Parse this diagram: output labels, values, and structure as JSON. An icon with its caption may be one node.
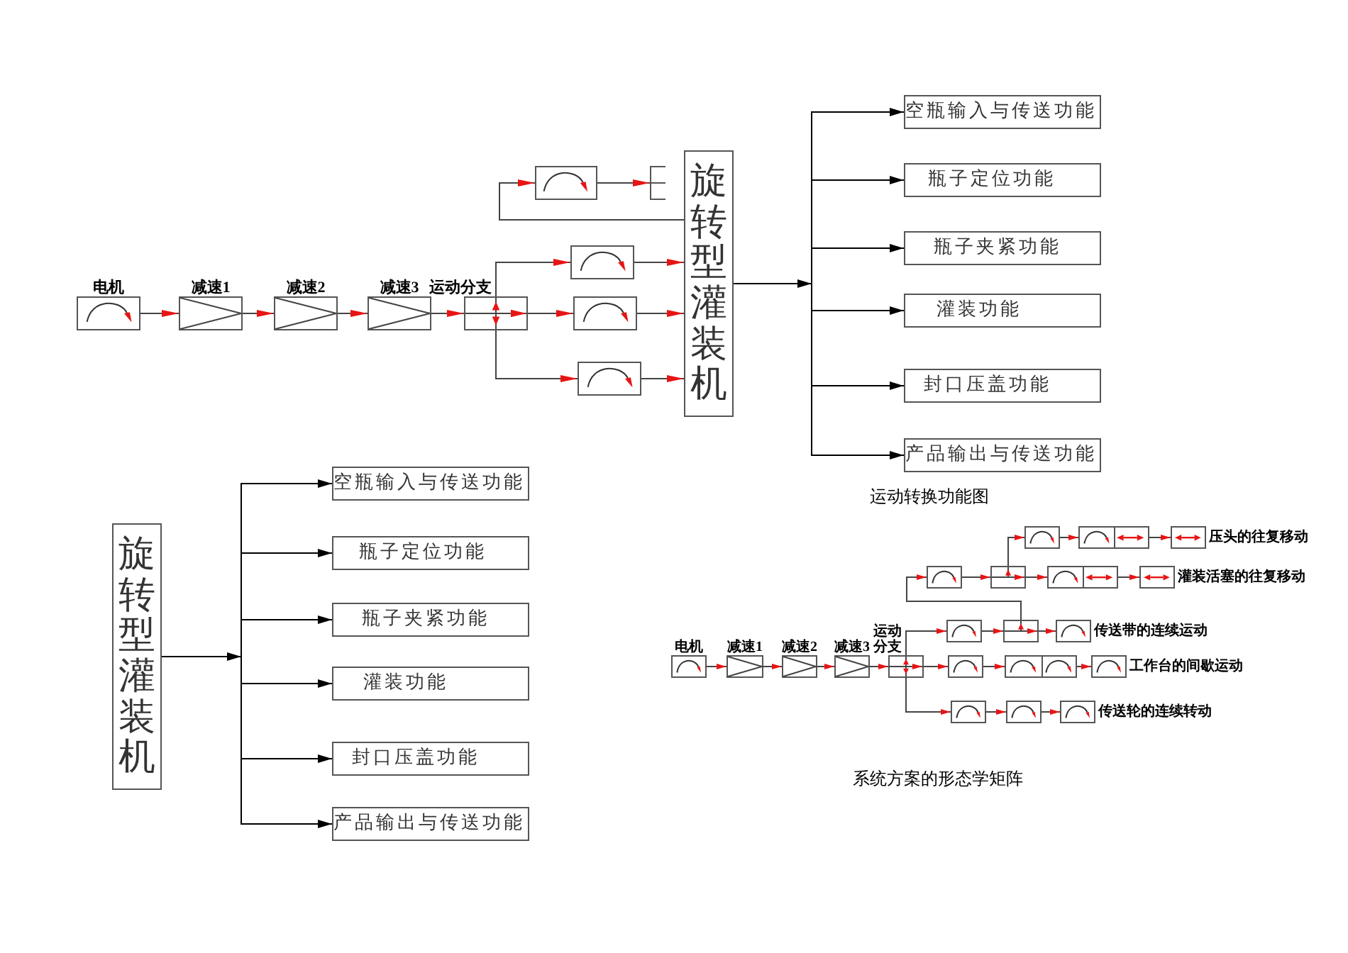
{
  "diagram": {
    "nodes": [
      {
        "text": [
          "电机"
        ]
      },
      {
        "text": [
          "减速1"
        ]
      },
      {
        "text": [
          "减速2"
        ]
      },
      {
        "text": [
          "减速3"
        ]
      },
      {
        "text": [
          "运动分支"
        ]
      },
      {
        "text": [],
        "shape": "box"
      },
      {
        "text": [],
        "shape": "box"
      },
      {
        "text": [],
        "shape": "box"
      },
      {
        "text": [],
        "shape": "box"
      },
      {
        "text": [],
        "shape": "box"
      },
      {
        "text": [
          "旋转型灌装机"
        ]
      },
      {
        "text": [
          "空瓶输入与传送功能"
        ]
      },
      {
        "text": [
          "瓶子定位功能"
        ]
      },
      {
        "text": [
          "瓶子夹紧功能"
        ]
      },
      {
        "text": [
          "灌装功能"
        ]
      },
      {
        "text": [
          "封口压盖功能"
        ]
      },
      {
        "text": [
          "产品输出与传送功能"
        ]
      },
      {
        "text": [
          "旋转型灌装机"
        ]
      },
      {
        "text": [
          "空瓶输入与传送功能"
        ]
      },
      {
        "text": [
          "瓶子定位功能"
        ]
      },
      {
        "text": [
          "瓶子夹紧功能"
        ]
      },
      {
        "text": [
          "灌装功能"
        ]
      },
      {
        "text": [
          "封口压盖功能"
        ]
      },
      {
        "text": [
          "产品输出与传送功能"
        ]
      },
      {
        "text": [
          "电机"
        ]
      },
      {
        "text": [
          "减速1"
        ]
      },
      {
        "text": [
          "减速2"
        ]
      },
      {
        "text": [
          "减速3"
        ]
      },
      {
        "text": [
          "运动分支"
        ]
      },
      {
        "text": [],
        "shape": "box"
      },
      {
        "text": [],
        "shape": "box"
      },
      {
        "text": [],
        "shape": "box",
        "beside": [
          "压头的往复移动"
        ]
      },
      {
        "text": [],
        "shape": "box"
      },
      {
        "text": [],
        "shape": "box"
      },
      {
        "text": [],
        "shape": "box"
      },
      {
        "text": [],
        "shape": "box",
        "beside": [
          "灌装活塞的往复移动"
        ]
      },
      {
        "text": [],
        "shape": "box"
      },
      {
        "text": [],
        "shape": "box"
      },
      {
        "text": [],
        "shape": "box",
        "beside": [
          "传送带的连续运动"
        ]
      },
      {
        "text": [],
        "shape": "box"
      },
      {
        "text": [],
        "shape": "box"
      },
      {
        "text": [],
        "shape": "box",
        "beside": [
          "工作台的间歇运动"
        ]
      },
      {
        "text": [],
        "shape": "box"
      },
      {
        "text": [],
        "shape": "box"
      },
      {
        "text": [],
        "shape": "box",
        "beside": [
          "传送轮的连续转动"
        ]
      }
    ],
    "edges": [
      {
        "from": 0,
        "to": 1,
        "arrow": "to"
      },
      {
        "from": 1,
        "to": 2,
        "arrow": "to"
      },
      {
        "from": 2,
        "to": 3,
        "arrow": "to"
      },
      {
        "from": 3,
        "to": 4,
        "arrow": "to"
      },
      {
        "from": 4,
        "to": 7,
        "arrow": "to"
      },
      {
        "from": 4,
        "to": 8,
        "arrow": "to"
      },
      {
        "from": 4,
        "to": 9,
        "arrow": "to"
      },
      {
        "from": 5,
        "to": 6,
        "arrow": "to"
      },
      {
        "from": 10,
        "to": 5,
        "arrow": "to"
      },
      {
        "from": 7,
        "to": 10,
        "arrow": "to"
      },
      {
        "from": 8,
        "to": 10,
        "arrow": "to"
      },
      {
        "from": 9,
        "to": 10,
        "arrow": "to"
      },
      {
        "from": 10,
        "to": 11,
        "arrow": "to",
        "color": "#000000"
      },
      {
        "from": 10,
        "to": 12,
        "arrow": "to",
        "color": "#000000"
      },
      {
        "from": 10,
        "to": 13,
        "arrow": "to",
        "color": "#000000"
      },
      {
        "from": 10,
        "to": 14,
        "arrow": "to",
        "color": "#000000"
      },
      {
        "from": 10,
        "to": 15,
        "arrow": "to",
        "color": "#000000"
      },
      {
        "from": 10,
        "to": 16,
        "arrow": "to",
        "color": "#000000"
      },
      {
        "from": 17,
        "to": 18,
        "arrow": "to",
        "color": "#000000"
      },
      {
        "from": 17,
        "to": 19,
        "arrow": "to",
        "color": "#000000"
      },
      {
        "from": 17,
        "to": 20,
        "arrow": "to",
        "color": "#000000"
      },
      {
        "from": 17,
        "to": 21,
        "arrow": "to",
        "color": "#000000"
      },
      {
        "from": 17,
        "to": 22,
        "arrow": "to",
        "color": "#000000"
      },
      {
        "from": 17,
        "to": 23,
        "arrow": "to",
        "color": "#000000"
      },
      {
        "from": 24,
        "to": 25,
        "arrow": "to"
      },
      {
        "from": 25,
        "to": 26,
        "arrow": "to"
      },
      {
        "from": 26,
        "to": 27,
        "arrow": "to"
      },
      {
        "from": 27,
        "to": 28,
        "arrow": "to"
      },
      {
        "from": 28,
        "to": 39,
        "arrow": "to"
      },
      {
        "from": 28,
        "to": 36,
        "arrow": "to"
      },
      {
        "from": 28,
        "to": 42,
        "arrow": "to"
      },
      {
        "from": 36,
        "to": 37,
        "arrow": "to"
      },
      {
        "from": 37,
        "to": 38,
        "arrow": "to"
      },
      {
        "from": 37,
        "to": 32,
        "arrow": "to"
      },
      {
        "from": 32,
        "to": 33,
        "arrow": "to"
      },
      {
        "from": 33,
        "to": 34,
        "arrow": "to"
      },
      {
        "from": 34,
        "to": 35,
        "arrow": "to"
      },
      {
        "from": 33,
        "to": 29,
        "arrow": "to"
      },
      {
        "from": 29,
        "to": 30,
        "arrow": "to"
      },
      {
        "from": 30,
        "to": 31,
        "arrow": "to"
      },
      {
        "from": 39,
        "to": 40,
        "arrow": "to"
      },
      {
        "from": 40,
        "to": 41,
        "arrow": "to"
      },
      {
        "from": 42,
        "to": 43,
        "arrow": "to"
      },
      {
        "from": 43,
        "to": 44,
        "arrow": "to"
      }
    ],
    "labels": [
      "运动转换功能图",
      "系统方案的形态学矩阵"
    ]
  }
}
